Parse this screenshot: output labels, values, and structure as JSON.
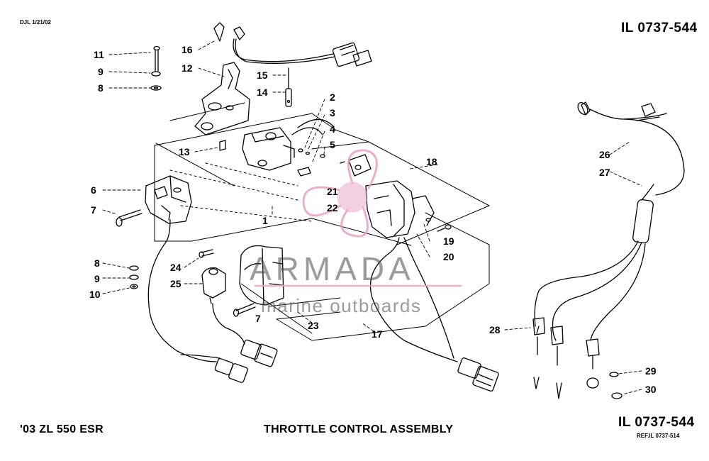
{
  "header": {
    "date_stamp": "DJL 1/21/02",
    "il_top": "IL 0737-544"
  },
  "footer": {
    "model": "'03 ZL 550 ESR",
    "title": "THROTTLE CONTROL ASSEMBLY",
    "il_bottom": "IL 0737-544",
    "ref": "REF.IL 0737-514"
  },
  "watermark": {
    "brand": "ARMADA",
    "tagline": "marine outboards",
    "color": "#e7a3c3"
  },
  "callouts": [
    "11",
    "9",
    "8",
    "16",
    "12",
    "15",
    "14",
    "2",
    "3",
    "4",
    "5",
    "13",
    "18",
    "6",
    "7",
    "21",
    "22",
    "1",
    "19",
    "20",
    "8",
    "9",
    "10",
    "24",
    "25",
    "7",
    "23",
    "17",
    "26",
    "27",
    "28",
    "29",
    "30"
  ]
}
